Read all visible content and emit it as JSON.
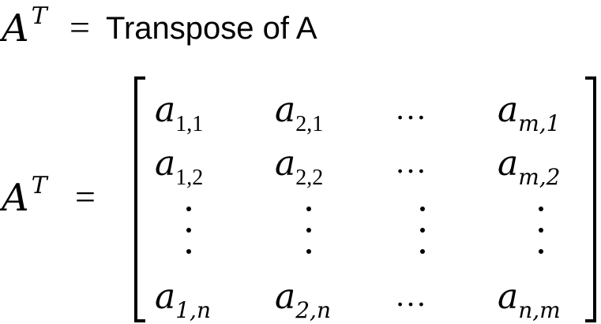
{
  "line1": {
    "variable": "A",
    "superscript": "T",
    "equals": "=",
    "text": "Transpose of A"
  },
  "line2": {
    "variable": "A",
    "superscript": "T",
    "equals": "="
  },
  "matrix": {
    "rows": [
      [
        {
          "base": "a",
          "sub": "1,1"
        },
        {
          "base": "a",
          "sub": "2,1"
        },
        {
          "dots": "…"
        },
        {
          "base": "a",
          "sub": "m,1"
        }
      ],
      [
        {
          "base": "a",
          "sub": "1,2"
        },
        {
          "base": "a",
          "sub": "2,2"
        },
        {
          "dots": "…"
        },
        {
          "base": "a",
          "sub": "m,2"
        }
      ],
      [
        {
          "vdots": "⋮"
        },
        {
          "vdots": "⋮"
        },
        {
          "vdots": "⋮"
        },
        {
          "vdots": "⋮"
        }
      ],
      [
        {
          "base": "a",
          "sub": "1,n"
        },
        {
          "base": "a",
          "sub": "2,n"
        },
        {
          "dots": "…"
        },
        {
          "base": "a",
          "sub": "n,m"
        }
      ]
    ]
  }
}
